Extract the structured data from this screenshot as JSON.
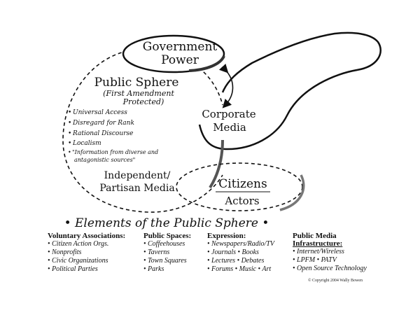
{
  "diagram": {
    "government": {
      "line1": "Government",
      "line2": "Power"
    },
    "public_sphere": {
      "title": "Public Sphere",
      "subtitle_line1": "(First Amendment",
      "subtitle_line2": "Protected)",
      "bullets": [
        "Universal Access",
        "Disregard for Rank",
        "Rational Discourse",
        "Localism"
      ],
      "quote_line1": "\"Information from diverse and",
      "quote_line2": "antagonistic sources\""
    },
    "corporate_media": {
      "line1": "Corporate",
      "line2": "Media"
    },
    "independent_media": {
      "line1": "Independent/",
      "line2": "Partisan Media"
    },
    "citizens": {
      "top": "Citizens",
      "bottom": "Actors"
    },
    "elements_title": "• Elements of the Public Sphere •"
  },
  "columns": [
    {
      "heading": "Voluntary Associations:",
      "items": [
        "• Citizen Action Orgs.",
        "• Nonprofits",
        "• Civic Organizations",
        "• Political Parties"
      ]
    },
    {
      "heading": "Public Spaces:",
      "items": [
        "• Coffeehouses",
        "• Taverns",
        "• Town Squares",
        "• Parks"
      ]
    },
    {
      "heading": "Expression:",
      "items": [
        "• Newspapers/Radio/TV",
        "• Journals • Books",
        "• Lectures • Debates",
        "• Forums • Music • Art"
      ]
    },
    {
      "heading": "Public Media",
      "heading2": "Infrastructure:",
      "items": [
        "• Internet/Wireless",
        "• LPFM • PATV",
        "• Open Source Technology"
      ]
    }
  ],
  "copyright": "© Copyright 2004 Wally Bowen"
}
